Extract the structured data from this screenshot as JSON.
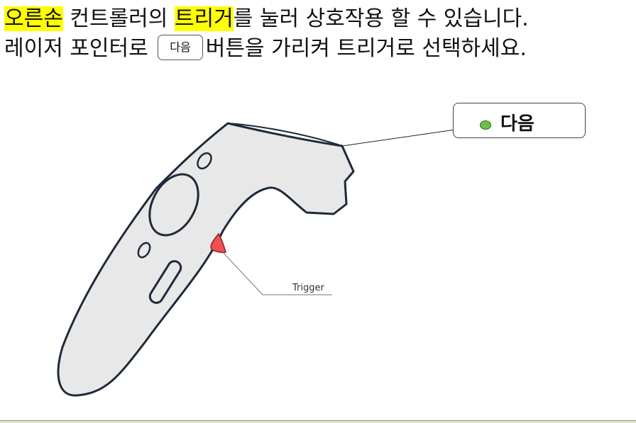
{
  "instruction": {
    "line1": {
      "part1_highlight": "오른손",
      "part2": " 컨트롤러의 ",
      "part3_highlight": "트리거",
      "part4": "를 눌러 상호작용 할 수 있습니다."
    },
    "line2": {
      "part1": "레이저 포인터로 ",
      "button_label": "다음",
      "part2": "버튼을 가리켜 트리거로 선택하세요."
    }
  },
  "next_button": {
    "label": "다음"
  },
  "diagram": {
    "trigger_label": "Trigger"
  },
  "colors": {
    "highlight": "#ffff00",
    "controller_fill": "#e8e8e8",
    "controller_stroke": "#1e2a3a",
    "trigger_fill": "#f05050",
    "pointer_dot": "#6cc04a"
  }
}
